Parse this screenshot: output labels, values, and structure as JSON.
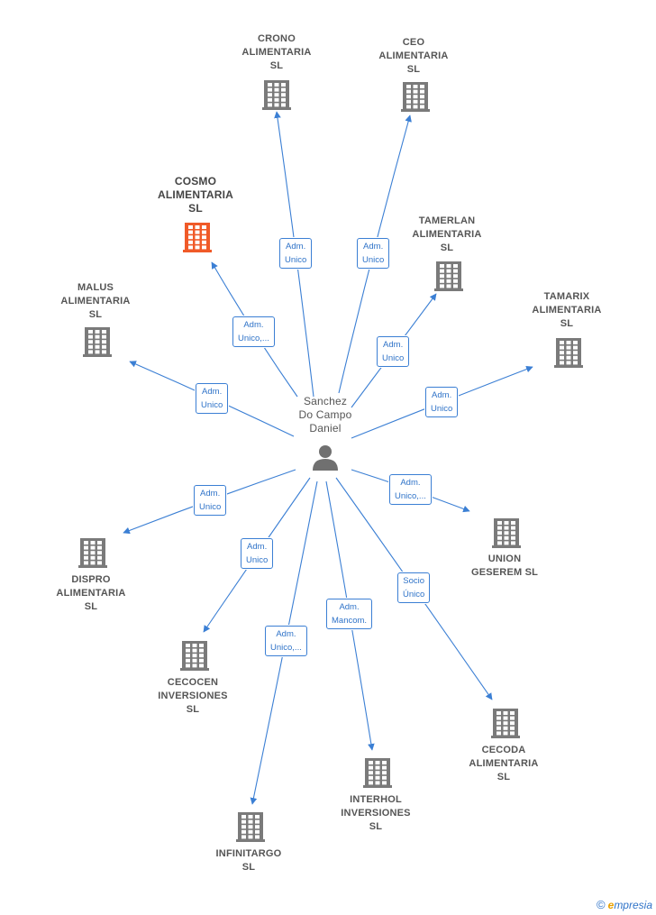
{
  "center": {
    "lines": [
      "Sanchez",
      "Do Campo",
      "Daniel"
    ]
  },
  "nodes": [
    {
      "id": "crono",
      "lines": [
        "CRONO",
        "ALIMENTARIA",
        "SL"
      ],
      "highlight": false
    },
    {
      "id": "ceo",
      "lines": [
        "CEO",
        "ALIMENTARIA",
        "SL"
      ],
      "highlight": false
    },
    {
      "id": "cosmo",
      "lines": [
        "COSMO",
        "ALIMENTARIA",
        "SL"
      ],
      "highlight": true
    },
    {
      "id": "tamerlan",
      "lines": [
        "TAMERLAN",
        "ALIMENTARIA",
        "SL"
      ],
      "highlight": false
    },
    {
      "id": "malus",
      "lines": [
        "MALUS",
        "ALIMENTARIA",
        "SL"
      ],
      "highlight": false
    },
    {
      "id": "tamarix",
      "lines": [
        "TAMARIX",
        "ALIMENTARIA",
        "SL"
      ],
      "highlight": false
    },
    {
      "id": "union",
      "lines": [
        "UNION",
        "GESEREM  SL"
      ],
      "highlight": false
    },
    {
      "id": "dispro",
      "lines": [
        "DISPRO",
        "ALIMENTARIA",
        "SL"
      ],
      "highlight": false
    },
    {
      "id": "cecocen",
      "lines": [
        "CECOCEN",
        "INVERSIONES",
        "SL"
      ],
      "highlight": false
    },
    {
      "id": "cecoda",
      "lines": [
        "CECODA",
        "ALIMENTARIA",
        "SL"
      ],
      "highlight": false
    },
    {
      "id": "interhol",
      "lines": [
        "INTERHOL",
        "INVERSIONES",
        "SL"
      ],
      "highlight": false
    },
    {
      "id": "infinitargo",
      "lines": [
        "INFINITARGO",
        "SL"
      ],
      "highlight": false
    }
  ],
  "relations": [
    {
      "to": "crono",
      "lines": [
        "Adm.",
        "Unico"
      ]
    },
    {
      "to": "ceo",
      "lines": [
        "Adm.",
        "Unico"
      ]
    },
    {
      "to": "cosmo",
      "lines": [
        "Adm.",
        "Unico,..."
      ]
    },
    {
      "to": "tamerlan",
      "lines": [
        "Adm.",
        "Unico"
      ]
    },
    {
      "to": "malus",
      "lines": [
        "Adm.",
        "Unico"
      ]
    },
    {
      "to": "tamarix",
      "lines": [
        "Adm.",
        "Unico"
      ]
    },
    {
      "to": "union",
      "lines": [
        "Adm.",
        "Unico,..."
      ]
    },
    {
      "to": "dispro",
      "lines": [
        "Adm.",
        "Unico"
      ]
    },
    {
      "to": "cecocen",
      "lines": [
        "Adm.",
        "Unico"
      ]
    },
    {
      "to": "cecoda",
      "lines": [
        "Socio",
        "Único"
      ]
    },
    {
      "to": "interhol",
      "lines": [
        "Adm.",
        "Mancom."
      ]
    },
    {
      "to": "infinitargo",
      "lines": [
        "Adm.",
        "Unico,..."
      ]
    }
  ],
  "colors": {
    "edge": "#3b7fd4",
    "building": "#7a7a7a",
    "building_highlight": "#f05a28",
    "person": "#707070"
  },
  "footer": {
    "copyright": "©",
    "brand_initial": "e",
    "brand_rest": "mpresia"
  }
}
